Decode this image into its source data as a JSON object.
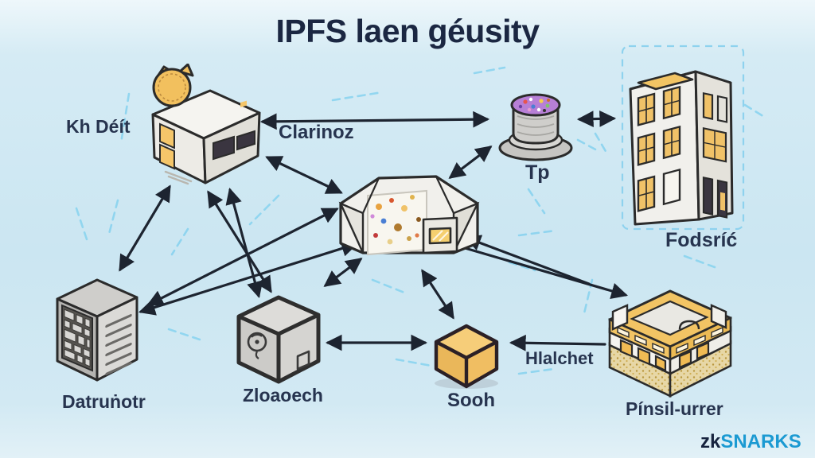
{
  "title": "IPFS laen géusity",
  "labels": {
    "kh_deit": "Kh Déít",
    "clarinoz": "Clarinoz",
    "tp": "Tp",
    "fodsric": "Fodsríć",
    "datrunotr": "Datruṅotr",
    "zloaoech": "Zloaoech",
    "sooh": "Sooh",
    "hlalchet": "Hlalchet",
    "pinsil_urrer": "Pínsil-urrer"
  },
  "watermark": {
    "zk": "zk",
    "snarks": "SNARKS"
  },
  "nodes": [
    {
      "id": "house-machine",
      "label_ref": "kh_deit",
      "description": "white isometric machine-building with gold cat coin on top"
    },
    {
      "id": "pavilion",
      "label_ref": "clarinoz",
      "description": "open white pavilion filled with confetti and a gold screen box"
    },
    {
      "id": "purple-disc",
      "label_ref": "tp",
      "description": "gray cylindrical pedestal with purple confetti top"
    },
    {
      "id": "tall-tower",
      "label_ref": "fodsric",
      "description": "tall white building with gold windows and dashed blue outline"
    },
    {
      "id": "server-rack",
      "label_ref": "datrunotr",
      "description": "gray server tower with component grid and side vents"
    },
    {
      "id": "safe-cube",
      "label_ref": "zloaoech",
      "description": "gray vault cube with round dial"
    },
    {
      "id": "gold-cube",
      "label_ref": "sooh",
      "description": "solid gold cube"
    },
    {
      "id": "fortress",
      "label_ref": "pinsil_urrer",
      "description": "squat fortress with gold parapet and speckled walls"
    }
  ],
  "colors": {
    "background_top": "#eef7fb",
    "background_bottom": "#cbe6f2",
    "title": "#1b2742",
    "label": "#27344f",
    "arrow": "#1d2430",
    "scribble": "#86d2ef",
    "gold": "#f2c464",
    "purple": "#b77fd6",
    "watermark_zk": "#16233e",
    "watermark_snarks": "#1b9ad2"
  }
}
